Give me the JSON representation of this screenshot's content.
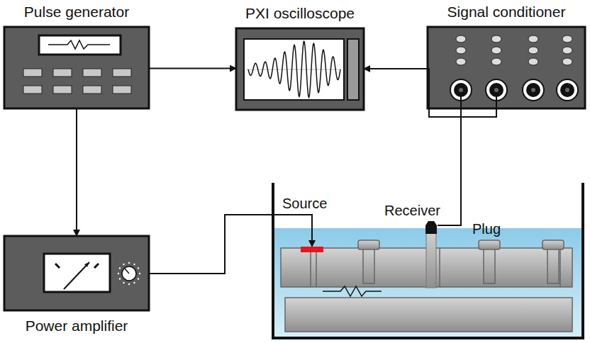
{
  "diagram": {
    "nodes": [
      {
        "text": [
          "Pulse generator"
        ]
      },
      {
        "text": [
          "PXI oscilloscope"
        ]
      },
      {
        "text": [
          "Signal conditioner"
        ]
      },
      {
        "text": [
          "Power amplifier"
        ]
      }
    ],
    "edges": [
      {
        "from": 0,
        "to": 1,
        "arrow": "to"
      },
      {
        "from": 2,
        "to": 1,
        "arrow": "to"
      },
      {
        "from": 0,
        "to": 3,
        "arrow": "to"
      }
    ],
    "labels": [
      "Source",
      "Receiver",
      "Plug"
    ]
  }
}
